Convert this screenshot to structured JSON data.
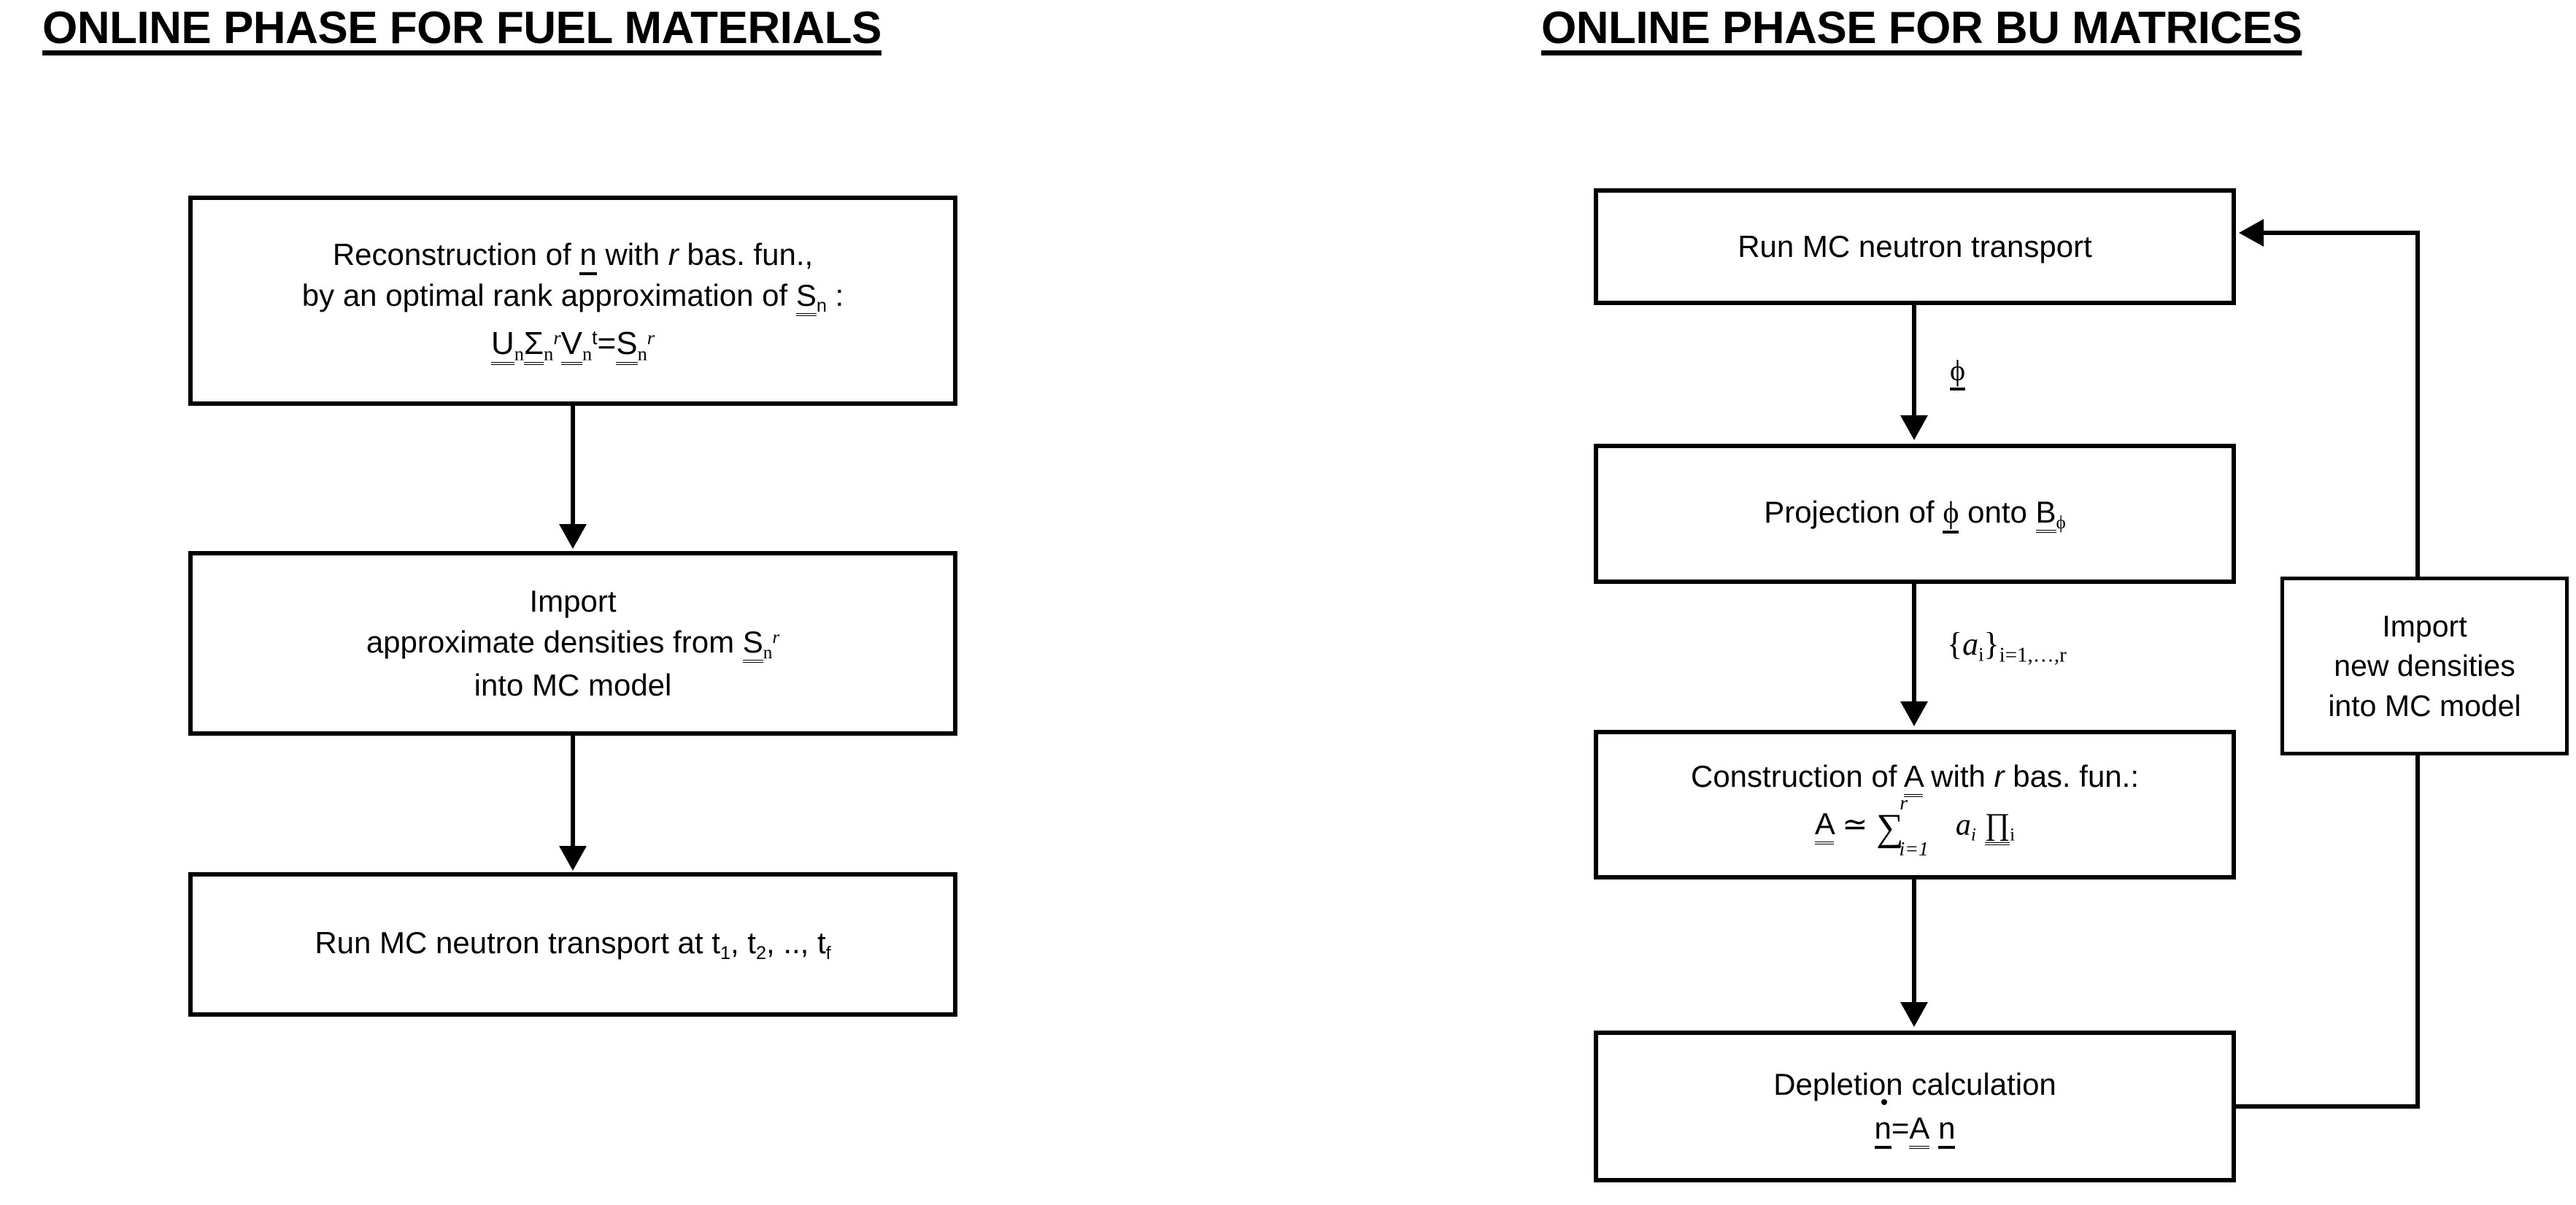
{
  "titles": {
    "left": "ONLINE PHASE FOR FUEL MATERIALS",
    "right": "ONLINE PHASE FOR BU MATRICES"
  },
  "left_column": {
    "box1": {
      "line1_a": "Reconstruction of ",
      "line1_n": "n",
      "line1_b": " with ",
      "line1_r": "r",
      "line1_c": " bas. fun.,",
      "line2_a": "by an optimal rank approximation of ",
      "line2_S": "S",
      "line2_sub": "n",
      "line2_colon": " :",
      "formula": {
        "U": "U",
        "U_sub": "n",
        "Sigma": "Σ",
        "Sigma_sub": "n",
        "Sigma_sup": "r",
        "V": "V",
        "V_sub": "n",
        "V_sup": "t",
        "eq": "=",
        "S": "S",
        "S_sub": "n",
        "S_sup": "r"
      }
    },
    "box2": {
      "line1": "Import",
      "line2_a": "approximate densities from ",
      "line2_S": "S",
      "line2_sub": "n",
      "line2_sup": "r",
      "line3": "into MC model"
    },
    "box3": {
      "text_a": "Run MC neutron transport at t",
      "sub1": "1",
      "sep1": ", t",
      "sub2": "2",
      "sep2": ", .., t",
      "sub3": "f"
    }
  },
  "right_column": {
    "box1": {
      "text": "Run MC neutron transport"
    },
    "edge1_label": {
      "symbol": "ϕ"
    },
    "box2": {
      "text_a": "Projection of ",
      "phi": "ϕ",
      "text_b": " onto ",
      "B": "B",
      "B_sub": "ϕ"
    },
    "edge2_label": {
      "open": "{",
      "a": "a",
      "a_sub": "i",
      "close": "}",
      "range": "i=1,…,r"
    },
    "box3": {
      "line1_a": "Construction of ",
      "line1_A": "A",
      "line1_b": " with ",
      "line1_r": "r",
      "line1_c": " bas. fun.:",
      "formula": {
        "A": "A",
        "approx": "≃",
        "sum": "∑",
        "sum_lower": "i=1",
        "sum_upper": "r",
        "a": "a",
        "a_sub": "i",
        "Pi": "∏",
        "Pi_sub": "i"
      }
    },
    "box4": {
      "line1": "Depletion calculation",
      "formula": {
        "ndot": "n",
        "eq": "=",
        "A": "A",
        "n": "n"
      }
    },
    "box5": {
      "line1": "Import",
      "line2": "new densities",
      "line3": "into MC model"
    }
  },
  "colors": {
    "ink": "#000000",
    "paper": "#ffffff"
  }
}
